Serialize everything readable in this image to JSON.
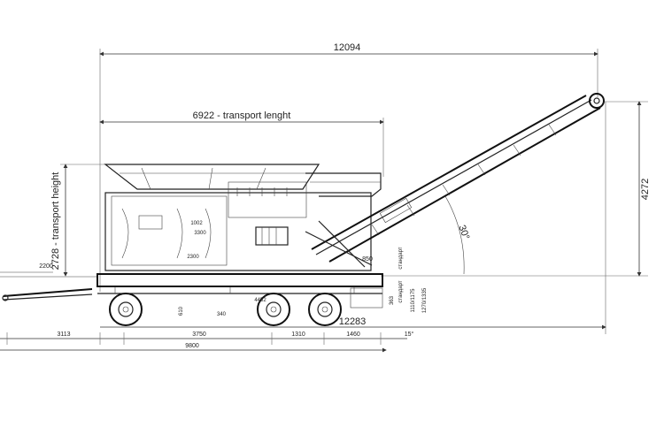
{
  "dimensions": {
    "overall_length": "12094",
    "transport_length": "6922 - transport lenght",
    "transport_height": "2728 - transport height",
    "conveyor_height": "4272",
    "conveyor_angle": "30°",
    "ground_clearance_left": "2200",
    "reach_bottom": "12283",
    "drawbar": "3113",
    "axle_span_1": "3750",
    "axle_span_2": "1310",
    "axle_span_3": "1460",
    "rear_offset": "15°",
    "total_bottom": "9800",
    "side_850": "850",
    "side_363": "363",
    "side_1110": "1110/1175",
    "side_1270": "1270/1335",
    "side_label_a": "стандарт",
    "side_label_b": "стандарт",
    "bin_1002": "1002",
    "bin_2300": "2300",
    "bin_3300": "3300",
    "frame_4452": "4452",
    "frame_340": "340",
    "frame_610": "610"
  }
}
